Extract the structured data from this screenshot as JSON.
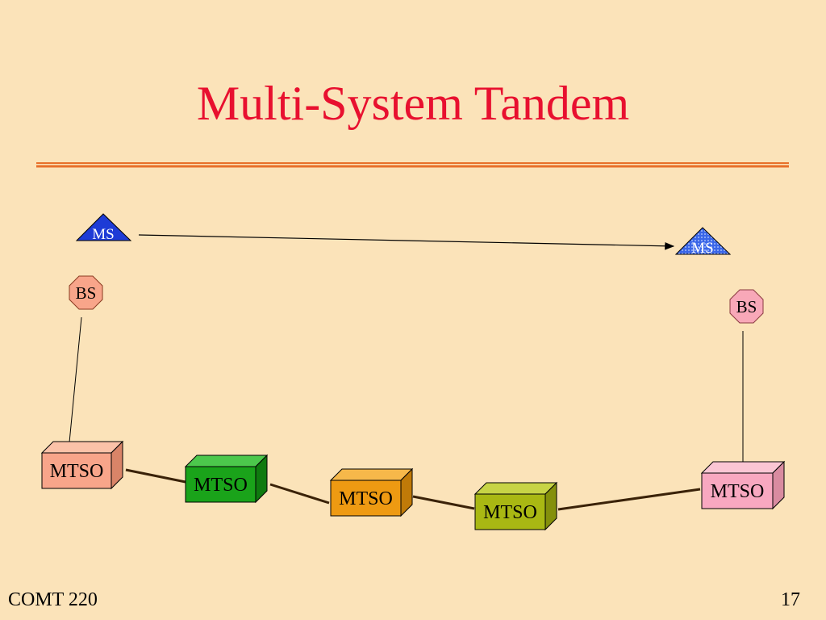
{
  "slide": {
    "title": "Multi-System Tandem",
    "footer_left": "COMT 220",
    "footer_right": "17"
  },
  "colors": {
    "background": "#FBE3B9",
    "title": "#E8102F",
    "rule": "#E8702A",
    "ms_fill": "#1E3BD6"
  },
  "diagram": {
    "mobile_stations": [
      {
        "label": "MS",
        "fill": "#1E3BD6",
        "pattern": "solid"
      },
      {
        "label": "MS",
        "fill": "#3A66E8",
        "pattern": "dotted"
      }
    ],
    "base_stations": [
      {
        "label": "BS",
        "fill": "#F8A58A"
      },
      {
        "label": "BS",
        "fill": "#F8A8B8"
      }
    ],
    "mtso_switches": [
      {
        "label": "MTSO",
        "front": "#F8A58A",
        "top": "#FBC2A8",
        "side": "#D98468"
      },
      {
        "label": "MTSO",
        "front": "#1AA31A",
        "top": "#4CC84C",
        "side": "#0F7A0F"
      },
      {
        "label": "MTSO",
        "front": "#EE9A12",
        "top": "#F6B84A",
        "side": "#C07A08"
      },
      {
        "label": "MTSO",
        "front": "#A9B813",
        "top": "#C7D446",
        "side": "#84900C"
      },
      {
        "label": "MTSO",
        "front": "#F8A8C0",
        "top": "#FBC6D4",
        "side": "#D98BA0"
      }
    ]
  }
}
